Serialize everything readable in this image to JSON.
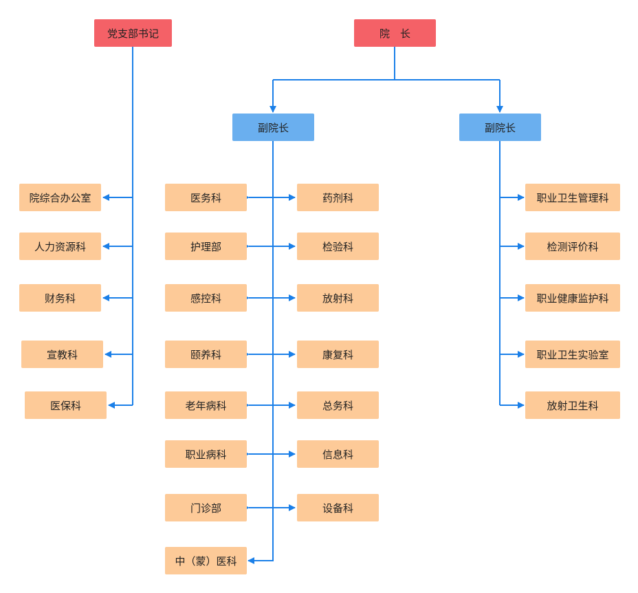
{
  "colors": {
    "leader": "#f46167",
    "vice": "#6aafef",
    "department": "#fdca98",
    "connector": "#1a7fe8"
  },
  "secretary": "党支部书记",
  "president": "院　长",
  "vice_presidents": [
    "副院长",
    "副院长"
  ],
  "secretary_departments": [
    "院综合办公室",
    "人力资源科",
    "财务科",
    "宣教科",
    "医保科"
  ],
  "vp1_left_departments": [
    "医务科",
    "护理部",
    "感控科",
    "颐养科",
    "老年病科",
    "职业病科",
    "门诊部",
    "中（蒙）医科"
  ],
  "vp1_right_departments": [
    "药剂科",
    "检验科",
    "放射科",
    "康复科",
    "总务科",
    "信息科",
    "设备科"
  ],
  "vp2_departments": [
    "职业卫生管理科",
    "检测评价科",
    "职业健康监护科",
    "职业卫生实验室",
    "放射卫生科"
  ]
}
